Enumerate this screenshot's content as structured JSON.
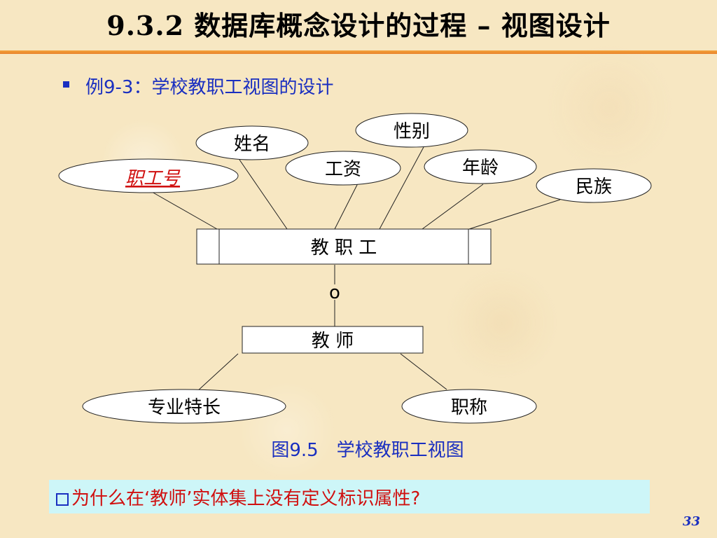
{
  "slide": {
    "title": "9.3.2  数据库概念设计的过程 – 视图设计",
    "example": "例9-3：学校教职工视图的设计",
    "caption": "图9.5　学校教职工视图",
    "question": "为什么在‘教师’实体集上没有定义标识属性?",
    "page_number": "33"
  },
  "diagram": {
    "entities": {
      "staff": "教 职 工",
      "teacher": "教  师"
    },
    "attributes": {
      "staff_id": "职工号",
      "name": "姓名",
      "gender": "性别",
      "salary": "工资",
      "age": "年龄",
      "ethnicity": "民族",
      "specialty": "专业特长",
      "title": "职称"
    },
    "isa_marker": "o"
  },
  "colors": {
    "title_rule": "#e8822a",
    "blue_text": "#1a2fc0",
    "red_text": "#d01010",
    "question_bg": "#cdf6f8",
    "background": "#f7e7c2"
  }
}
